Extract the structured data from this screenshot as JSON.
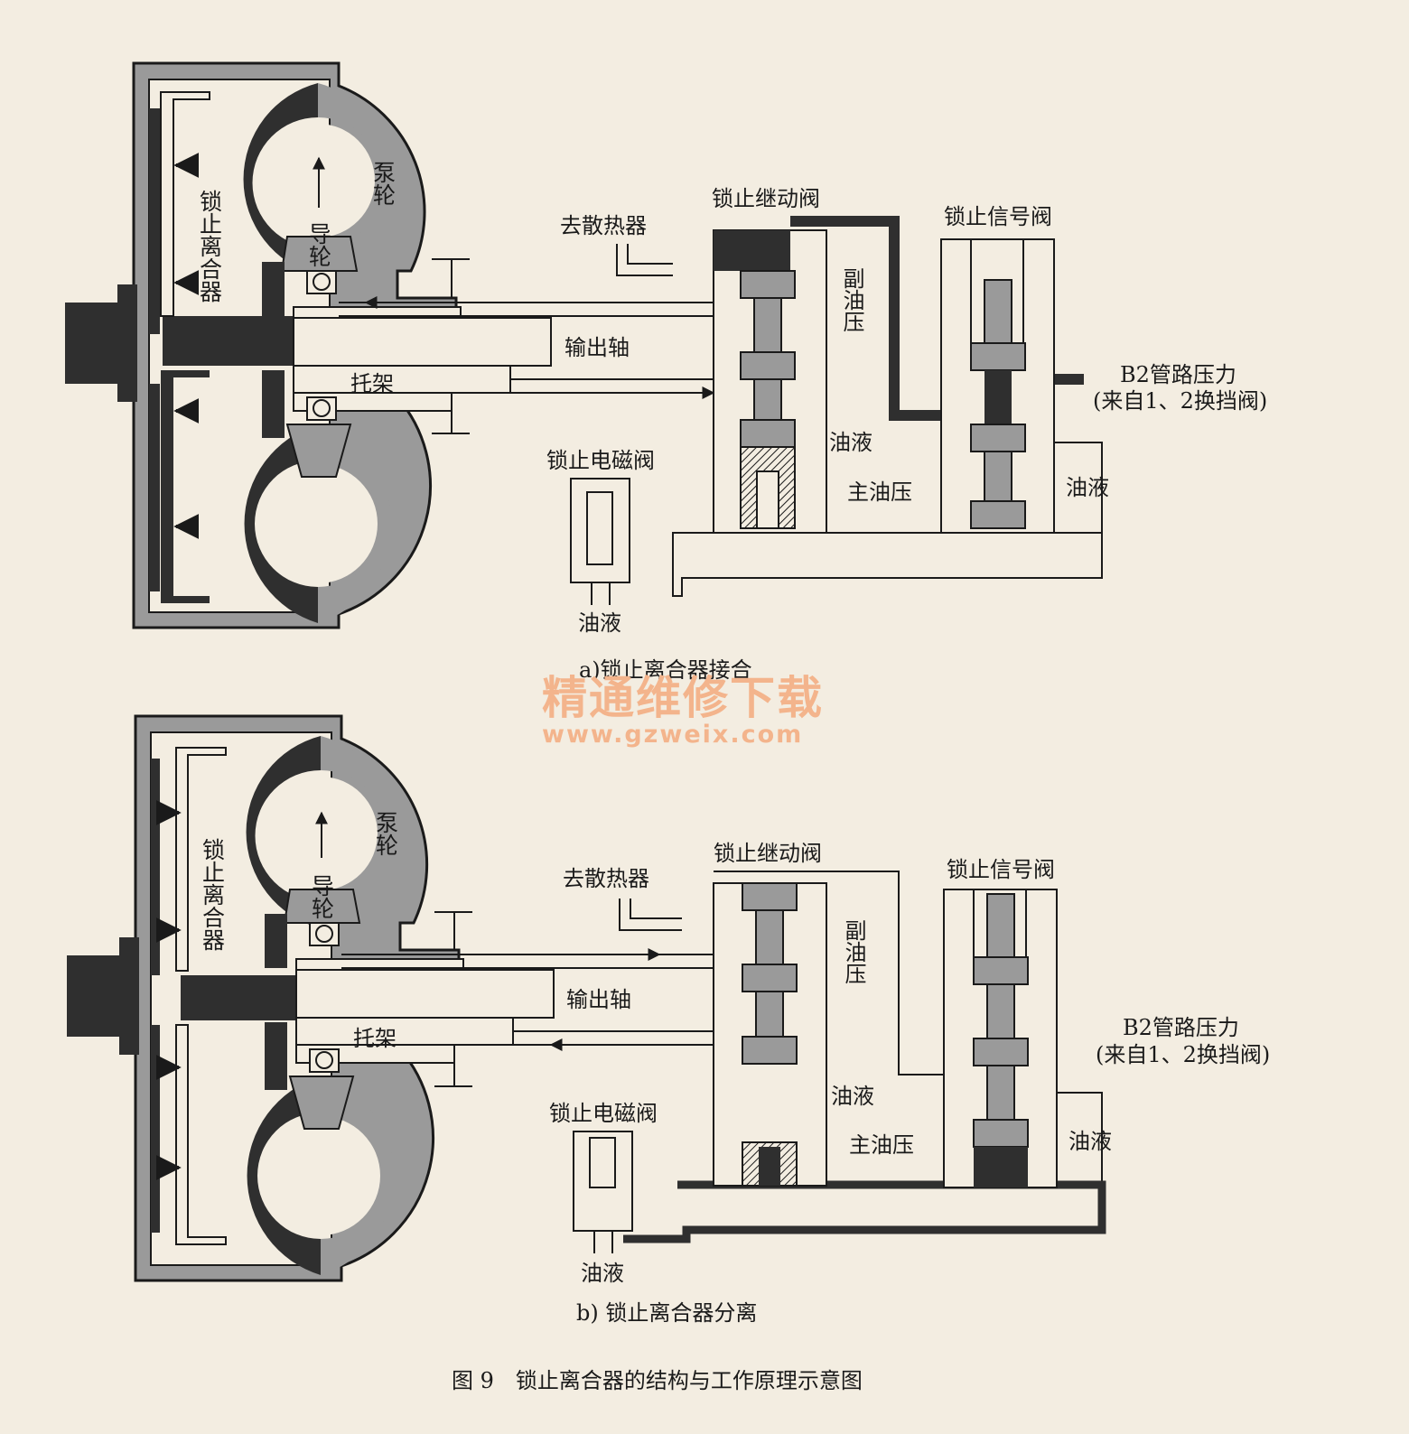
{
  "colors": {
    "paper": "#f3ede1",
    "ink": "#1a1a1a",
    "dark": "#2f2f2f",
    "grey": "#9a9a9a",
    "watermark": "#f3b48c"
  },
  "diagrams": [
    {
      "id": "engaged",
      "caption": "a)锁止离合器接合",
      "lockup_clutch": "锁止离合器",
      "pump": "泵轮",
      "stator": "导轮",
      "output_shaft": "输出轴",
      "carrier": "托架",
      "to_cooler": "去散热器",
      "relay_valve": "锁止继动阀",
      "signal_valve": "锁止信号阀",
      "secondary_pressure": "副油压",
      "main_pressure": "主油压",
      "fluid_relay": "油液",
      "fluid_signal": "油液",
      "fluid_solenoid": "油液",
      "solenoid": "锁止电磁阀",
      "b2_line_1": "B2管路压力",
      "b2_line_2": "(来自1、2换挡阀)"
    },
    {
      "id": "disengaged",
      "caption": "b) 锁止离合器分离",
      "lockup_clutch": "锁止离合器",
      "pump": "泵轮",
      "stator": "导轮",
      "output_shaft": "输出轴",
      "carrier": "托架",
      "to_cooler": "去散热器",
      "relay_valve": "锁止继动阀",
      "signal_valve": "锁止信号阀",
      "secondary_pressure": "副油压",
      "main_pressure": "主油压",
      "fluid_relay": "油液",
      "fluid_signal": "油液",
      "fluid_solenoid": "油液",
      "solenoid": "锁止电磁阀",
      "b2_line_1": "B2管路压力",
      "b2_line_2": "(来自1、2换挡阀)"
    }
  ],
  "watermark": {
    "title": "精通维修下载",
    "url": "www.gzweix.com"
  },
  "figure_caption": "图 9　锁止离合器的结构与工作原理示意图"
}
